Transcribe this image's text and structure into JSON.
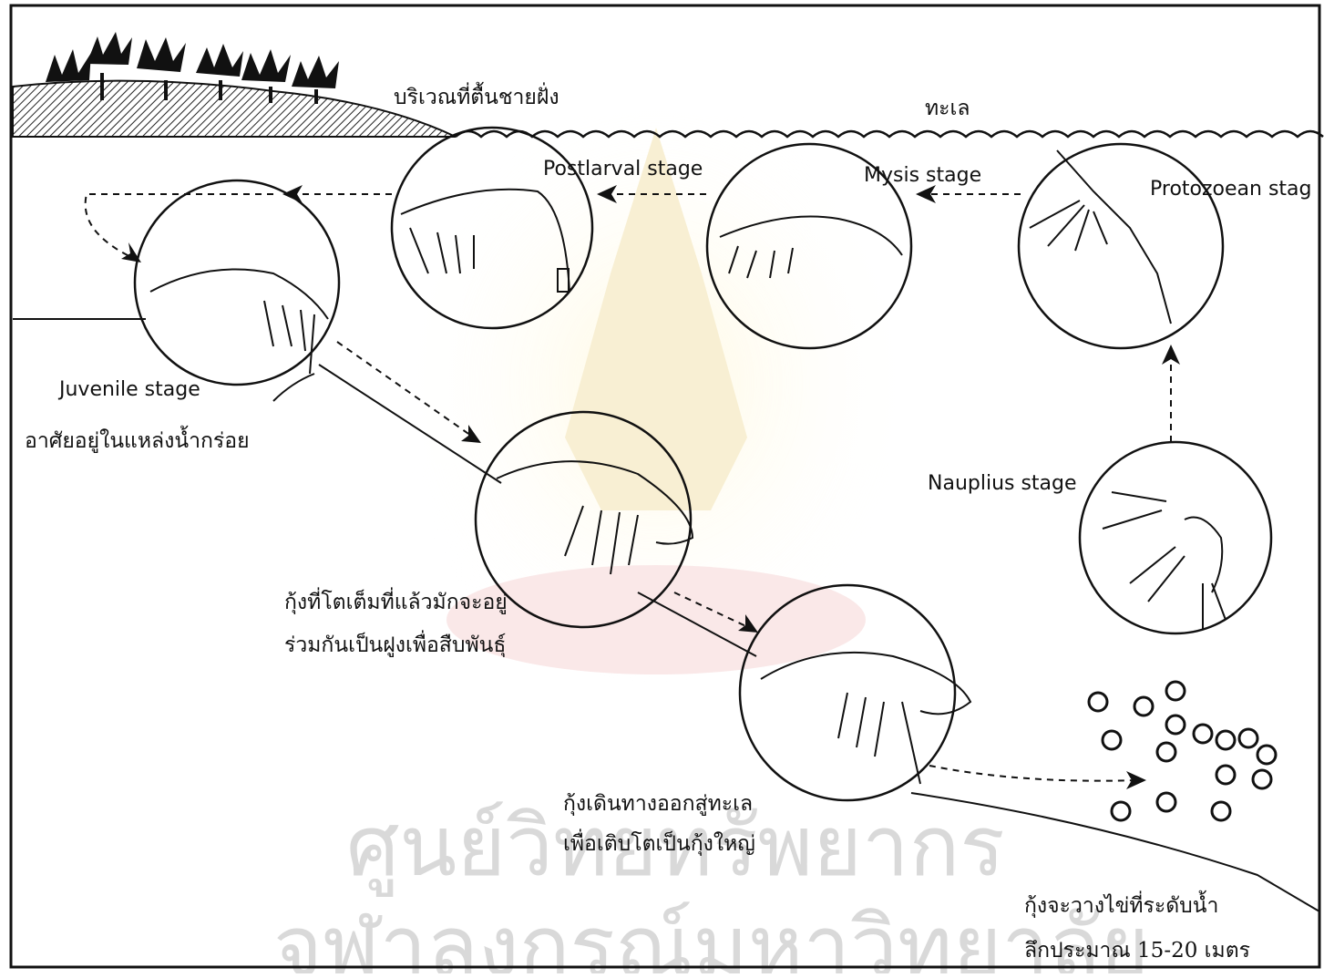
{
  "labels": {
    "coast": "บริเวณที่ตื้นชายฝั่ง",
    "sea": "ทะเล",
    "postlarval": "Postlarval stage",
    "mysis": "Mysis stage",
    "protozoean": "Protozoean stag",
    "juvenile": "Juvenile stage",
    "juvenile_note": "อาศัยอยู่ในแหล่งน้ำกร่อย",
    "nauplius": "Nauplius stage",
    "adult_note_1": "กุ้งที่โตเต็มที่แล้วมักจะอยู่",
    "adult_note_2": "ร่วมกันเป็นฝูงเพื่อสืบพันธุ์",
    "migrate_note_1": "กุ้งเดินทางออกสู่ทะเล",
    "migrate_note_2": "เพื่อเติบโตเป็นกุ้งใหญ่",
    "spawn_note_1": "กุ้งจะวางไข่ที่ระดับน้ำ",
    "spawn_note_2": "ลึกประมาณ 15-20 เมตร"
  },
  "watermark": {
    "line1": "ศูนย์วิทยทรัพยากร",
    "line2": "จุฬาลงกรณ์มหาวิทยาลัย"
  }
}
